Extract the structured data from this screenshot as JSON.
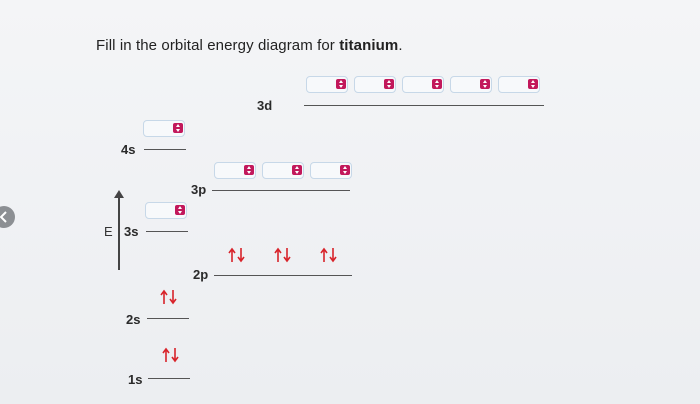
{
  "prompt": {
    "prefix": "Fill in the orbital energy diagram for ",
    "element": "titanium",
    "suffix": "."
  },
  "axis": {
    "label": "E"
  },
  "levels": {
    "s1": {
      "label": "1s",
      "electrons": [
        "↑↓"
      ]
    },
    "s2": {
      "label": "2s",
      "electrons": [
        "↑↓"
      ]
    },
    "p2": {
      "label": "2p",
      "electrons": [
        "↑↓",
        "↑↓",
        "↑↓"
      ]
    },
    "s3": {
      "label": "3s",
      "electrons": [
        ""
      ]
    },
    "p3": {
      "label": "3p",
      "electrons": [
        "",
        "",
        ""
      ]
    },
    "s4": {
      "label": "4s",
      "electrons": [
        ""
      ]
    },
    "d3": {
      "label": "3d",
      "electrons": [
        "",
        "",
        "",
        "",
        ""
      ]
    }
  },
  "colors": {
    "electron": "#d8232a",
    "spinner": "#c2185b",
    "slot_border": "#c7d8e8"
  },
  "icons": {
    "back": "chevron-left-icon",
    "spinner": "up-down-spinner-icon",
    "electron_pair": "up-down-arrow-pair-icon"
  }
}
